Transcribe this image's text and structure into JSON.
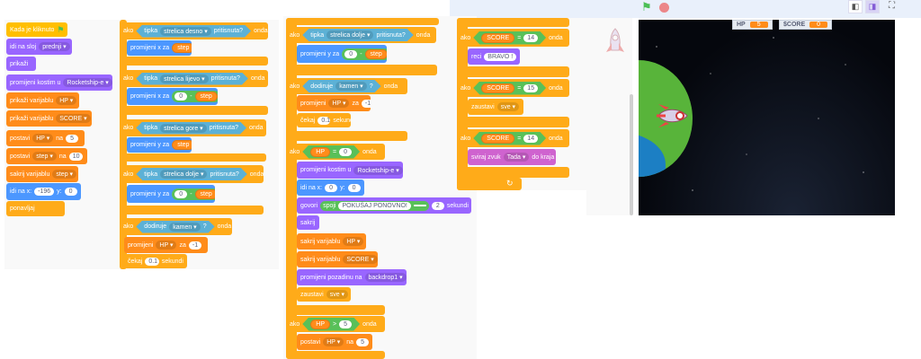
{
  "colors": {
    "control": "#FFAB19",
    "events": "#FFBF00",
    "looks": "#9966FF",
    "motion": "#4C97FF",
    "variables": "#FF8C1A",
    "sensing": "#5CB1D6",
    "sound": "#CF63CF",
    "operators": "#59C059"
  },
  "stage": {
    "monitors": [
      {
        "label": "HP",
        "value": "5"
      },
      {
        "label": "$CORE",
        "value": "0"
      }
    ]
  },
  "scripts": [
    {
      "blocks": [
        {
          "cat": "events",
          "parts": [
            {
              "t": "Kada je kliknuto"
            },
            {
              "icon": "green-flag"
            }
          ]
        },
        {
          "cat": "looks",
          "parts": [
            {
              "t": "idi na sloj"
            },
            {
              "dd": "prednji"
            }
          ]
        },
        {
          "cat": "looks",
          "parts": [
            {
              "t": "prikaži"
            }
          ]
        },
        {
          "cat": "looks",
          "parts": [
            {
              "t": "promijeni kostim u"
            },
            {
              "dd": "Rocketship-e"
            }
          ]
        },
        {
          "cat": "variables",
          "parts": [
            {
              "t": "prikaži varijablu"
            },
            {
              "dd": "HP"
            }
          ]
        },
        {
          "cat": "variables",
          "parts": [
            {
              "t": "prikaži varijablu"
            },
            {
              "dd": "SCORE"
            }
          ]
        },
        {
          "cat": "variables",
          "parts": [
            {
              "t": "postavi"
            },
            {
              "dd": "HP"
            },
            {
              "t": "na"
            },
            {
              "in": "5"
            }
          ]
        },
        {
          "cat": "variables",
          "parts": [
            {
              "t": "postavi"
            },
            {
              "dd": "step"
            },
            {
              "t": "na"
            },
            {
              "in": "10"
            }
          ]
        },
        {
          "cat": "variables",
          "parts": [
            {
              "t": "sakrij varijablu"
            },
            {
              "dd": "step"
            }
          ]
        },
        {
          "cat": "motion",
          "parts": [
            {
              "t": "idi na x:"
            },
            {
              "in": "-196"
            },
            {
              "t": "y:"
            },
            {
              "in": "0"
            }
          ]
        },
        {
          "cat": "control",
          "parts": [
            {
              "t": "ponavljaj"
            }
          ]
        }
      ]
    },
    {
      "blocks": [
        {
          "cat": "control",
          "parts": [
            {
              "t": "ako"
            },
            {
              "hex": "sensing",
              "parts": [
                {
                  "t": "tipka"
                },
                {
                  "dd": "strelica desno"
                },
                {
                  "t": "pritisnuta?"
                }
              ]
            },
            {
              "t": "onda"
            }
          ]
        },
        {
          "cat": "motion",
          "parts": [
            {
              "t": "promijeni x za"
            },
            {
              "var": "step"
            }
          ]
        },
        {
          "cat": "control",
          "parts": [
            {
              "t": "ako"
            },
            {
              "hex": "sensing",
              "parts": [
                {
                  "t": "tipka"
                },
                {
                  "dd": "strelica lijevo"
                },
                {
                  "t": "pritisnuta?"
                }
              ]
            },
            {
              "t": "onda"
            }
          ]
        },
        {
          "cat": "motion",
          "parts": [
            {
              "t": "promijeni x za"
            },
            {
              "round": "operators",
              "parts": [
                {
                  "in": "0"
                },
                {
                  "t": "-"
                },
                {
                  "var": "step"
                }
              ]
            }
          ]
        },
        {
          "cat": "control",
          "parts": [
            {
              "t": "ako"
            },
            {
              "hex": "sensing",
              "parts": [
                {
                  "t": "tipka"
                },
                {
                  "dd": "strelica gore"
                },
                {
                  "t": "pritisnuta?"
                }
              ]
            },
            {
              "t": "onda"
            }
          ]
        },
        {
          "cat": "motion",
          "parts": [
            {
              "t": "promijeni y za"
            },
            {
              "var": "step"
            }
          ]
        },
        {
          "cat": "control",
          "parts": [
            {
              "t": "ako"
            },
            {
              "hex": "sensing",
              "parts": [
                {
                  "t": "tipka"
                },
                {
                  "dd": "strelica dolje"
                },
                {
                  "t": "pritisnuta?"
                }
              ]
            },
            {
              "t": "onda"
            }
          ]
        },
        {
          "cat": "motion",
          "parts": [
            {
              "t": "promijeni y za"
            },
            {
              "round": "operators",
              "parts": [
                {
                  "in": "0"
                },
                {
                  "t": "-"
                },
                {
                  "var": "step"
                }
              ]
            }
          ]
        },
        {
          "cat": "control",
          "parts": [
            {
              "t": "ako"
            },
            {
              "hex": "sensing",
              "parts": [
                {
                  "t": "dodiruje"
                },
                {
                  "dd": "kamen"
                },
                {
                  "t": "?"
                }
              ]
            },
            {
              "t": "onda"
            }
          ]
        },
        {
          "cat": "variables",
          "parts": [
            {
              "t": "promijeni"
            },
            {
              "dd": "HP"
            },
            {
              "t": "za"
            },
            {
              "in": "-1"
            }
          ]
        },
        {
          "cat": "control",
          "parts": [
            {
              "t": "čekaj"
            },
            {
              "in": "0.1"
            },
            {
              "t": "sekundi"
            }
          ]
        }
      ]
    },
    {
      "blocks": [
        {
          "cat": "control",
          "parts": [
            {
              "t": "ako"
            },
            {
              "hex": "sensing",
              "parts": [
                {
                  "t": "tipka"
                },
                {
                  "dd": "strelica dolje"
                },
                {
                  "t": "pritisnuta?"
                }
              ]
            },
            {
              "t": "onda"
            }
          ]
        },
        {
          "cat": "motion",
          "parts": [
            {
              "t": "promijeni y za"
            },
            {
              "round": "operators",
              "parts": [
                {
                  "in": "0"
                },
                {
                  "t": "-"
                },
                {
                  "var": "step"
                }
              ]
            }
          ]
        },
        {
          "cat": "control",
          "parts": [
            {
              "t": "ako"
            },
            {
              "hex": "sensing",
              "parts": [
                {
                  "t": "dodiruje"
                },
                {
                  "dd": "kamen"
                },
                {
                  "t": "?"
                }
              ]
            },
            {
              "t": "onda"
            }
          ]
        },
        {
          "cat": "variables",
          "parts": [
            {
              "t": "promijeni"
            },
            {
              "dd": "HP"
            },
            {
              "t": "za"
            },
            {
              "in": "-1"
            }
          ]
        },
        {
          "cat": "control",
          "parts": [
            {
              "t": "čekaj"
            },
            {
              "in": "0.1"
            },
            {
              "t": "sekundi"
            }
          ]
        },
        {
          "cat": "control",
          "parts": [
            {
              "t": "ako"
            },
            {
              "hex": "operators",
              "parts": [
                {
                  "var": "HP"
                },
                {
                  "t": "="
                },
                {
                  "in": "0"
                }
              ]
            },
            {
              "t": "onda"
            }
          ]
        },
        {
          "cat": "looks",
          "parts": [
            {
              "t": "promijeni kostim u"
            },
            {
              "dd": "Rocketship-e"
            }
          ]
        },
        {
          "cat": "motion",
          "parts": [
            {
              "t": "idi na x:"
            },
            {
              "in": "0"
            },
            {
              "t": "y:"
            },
            {
              "in": "0"
            }
          ]
        },
        {
          "cat": "looks",
          "parts": [
            {
              "t": "govori"
            },
            {
              "round": "operators",
              "parts": [
                {
                  "t": "spoji"
                },
                {
                  "in": "POKUŠAJ PONOVNO!"
                },
                {
                  "in": " "
                }
              ]
            },
            {
              "in": "2"
            },
            {
              "t": "sekundi"
            }
          ]
        },
        {
          "cat": "looks",
          "parts": [
            {
              "t": "sakrij"
            }
          ]
        },
        {
          "cat": "variables",
          "parts": [
            {
              "t": "sakrij varijablu"
            },
            {
              "dd": "HP"
            }
          ]
        },
        {
          "cat": "variables",
          "parts": [
            {
              "t": "sakrij varijablu"
            },
            {
              "dd": "SCORE"
            }
          ]
        },
        {
          "cat": "looks",
          "parts": [
            {
              "t": "promijeni pozadinu na"
            },
            {
              "dd": "backdrop1"
            }
          ]
        },
        {
          "cat": "control",
          "parts": [
            {
              "t": "zaustavi"
            },
            {
              "dd": "sve"
            }
          ]
        },
        {
          "cat": "control",
          "parts": [
            {
              "t": "ako"
            },
            {
              "hex": "operators",
              "parts": [
                {
                  "var": "HP"
                },
                {
                  "t": ">"
                },
                {
                  "in": "5"
                }
              ]
            },
            {
              "t": "onda"
            }
          ]
        },
        {
          "cat": "variables",
          "parts": [
            {
              "t": "postavi"
            },
            {
              "dd": "HP"
            },
            {
              "t": "na"
            },
            {
              "in": "5"
            }
          ]
        }
      ]
    },
    {
      "blocks": [
        {
          "cat": "control",
          "parts": [
            {
              "t": "ako"
            },
            {
              "hex": "operators",
              "parts": [
                {
                  "var": "SCORE"
                },
                {
                  "t": "="
                },
                {
                  "in": "14"
                }
              ]
            },
            {
              "t": "onda"
            }
          ]
        },
        {
          "cat": "looks",
          "parts": [
            {
              "t": "reci"
            },
            {
              "in": "BRAVO !"
            }
          ]
        },
        {
          "cat": "control",
          "parts": [
            {
              "t": "ako"
            },
            {
              "hex": "operators",
              "parts": [
                {
                  "var": "SCORE"
                },
                {
                  "t": "="
                },
                {
                  "in": "15"
                }
              ]
            },
            {
              "t": "onda"
            }
          ]
        },
        {
          "cat": "control",
          "parts": [
            {
              "t": "zaustavi"
            },
            {
              "dd": "sve"
            }
          ]
        },
        {
          "cat": "control",
          "parts": [
            {
              "t": "ako"
            },
            {
              "hex": "operators",
              "parts": [
                {
                  "var": "SCORE"
                },
                {
                  "t": "="
                },
                {
                  "in": "14"
                }
              ]
            },
            {
              "t": "onda"
            }
          ]
        },
        {
          "cat": "sound",
          "parts": [
            {
              "t": "sviraj zvuk"
            },
            {
              "dd": "Tada"
            },
            {
              "t": "do kraja"
            }
          ]
        }
      ]
    }
  ]
}
